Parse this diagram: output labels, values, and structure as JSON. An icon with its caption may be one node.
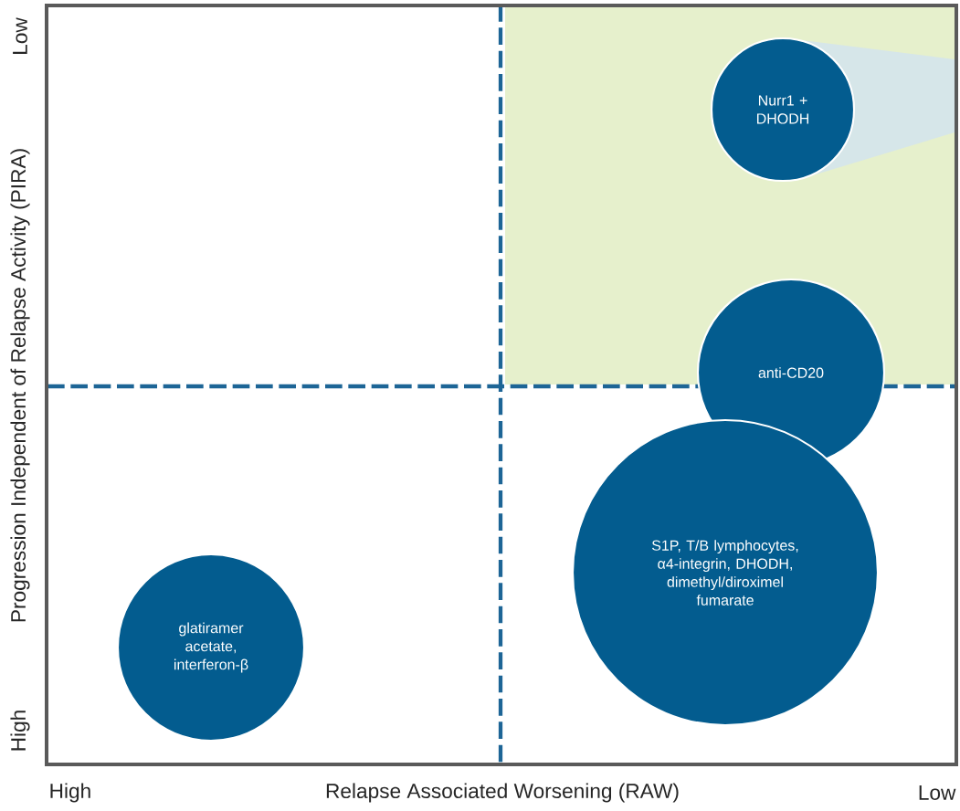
{
  "diagram": {
    "nodes": [
      {
        "text": [
          "Nurr1 + DHODH"
        ]
      },
      {
        "text": [
          "anti-CD20"
        ]
      },
      {
        "text": [
          "S1P, T/B lymphocytes, α4-integrin, DHODH, dimethyl/diroximel fumarate"
        ]
      },
      {
        "text": [
          "glatiramer acetate, interferon-β"
        ]
      }
    ],
    "labels": [
      "Low",
      "Progression Independent of Relapse Activity (PIRA)",
      "High",
      "High",
      "Relapse Associated Worsening (RAW)",
      "Low"
    ]
  }
}
